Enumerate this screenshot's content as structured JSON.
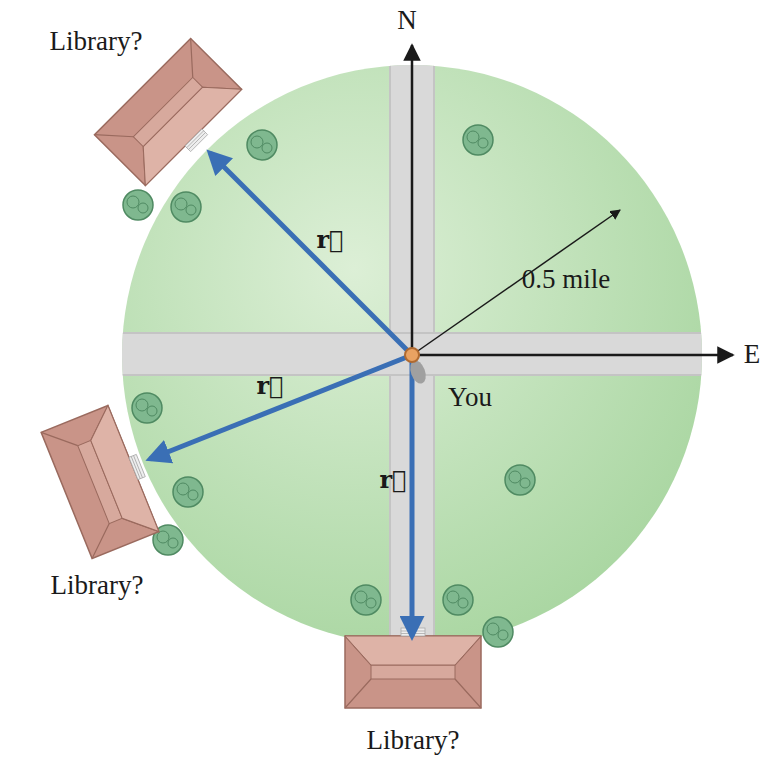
{
  "diagram": {
    "labels": [
      "N",
      "E",
      "0.5 mile",
      "You",
      "r⃗",
      "r⃗",
      "r⃗",
      "Library?",
      "Library?",
      "Library?"
    ]
  }
}
